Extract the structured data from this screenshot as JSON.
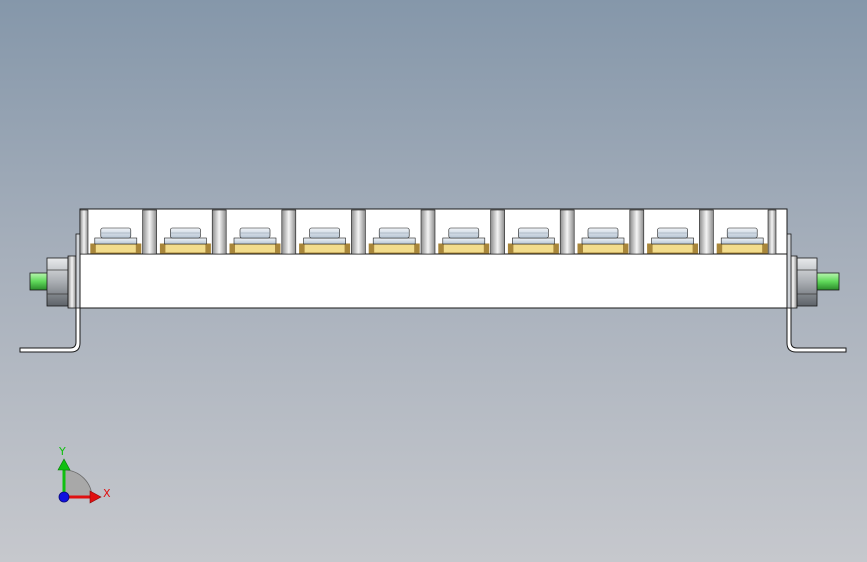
{
  "viewport": {
    "background_top": "#8597aa",
    "background_bottom": "#c6c8cd"
  },
  "model": {
    "roller_count": 10,
    "colors": {
      "body": "#ffffff",
      "outline": "#1a1a1a",
      "pad": "#f2dc8c",
      "pad_edge": "#a8863a",
      "cap": "#d8e2ec",
      "shaft": "#6ee06a",
      "nut": "#b9bdc2",
      "nut_dark": "#555a60"
    }
  },
  "triad": {
    "x_label": "X",
    "y_label": "Y",
    "x_color": "#e01010",
    "y_color": "#10c010",
    "z_color": "#1010e0"
  }
}
